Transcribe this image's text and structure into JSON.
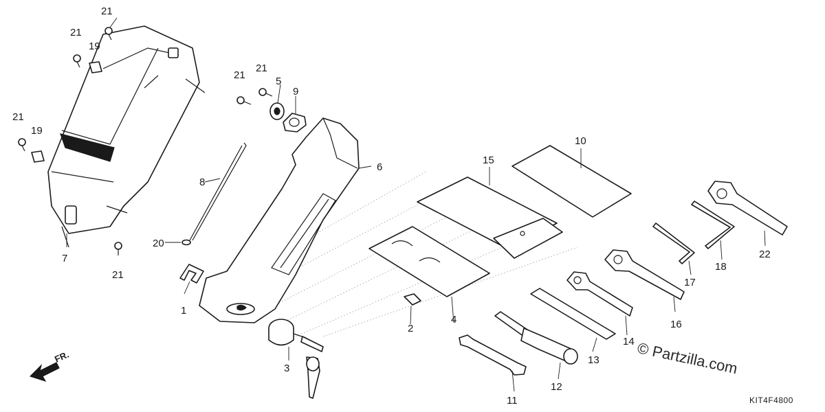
{
  "diagram": {
    "callouts": {
      "c1": "1",
      "c2": "2",
      "c3": "3",
      "c4": "4",
      "c5": "5",
      "c6": "6",
      "c7": "7",
      "c8": "8",
      "c9": "9",
      "c10": "10",
      "c11": "11",
      "c12": "12",
      "c13": "13",
      "c14": "14",
      "c15": "15",
      "c16": "16",
      "c17": "17",
      "c18": "18",
      "c19a": "19",
      "c19b": "19",
      "c20": "20",
      "c21a": "21",
      "c21b": "21",
      "c21c": "21",
      "c21d": "21",
      "c21e": "21",
      "c21f": "21",
      "c22": "22"
    },
    "direction_label": "FR.",
    "diagram_code": "KIT4F4800",
    "watermark": "© Partzilla.com"
  }
}
